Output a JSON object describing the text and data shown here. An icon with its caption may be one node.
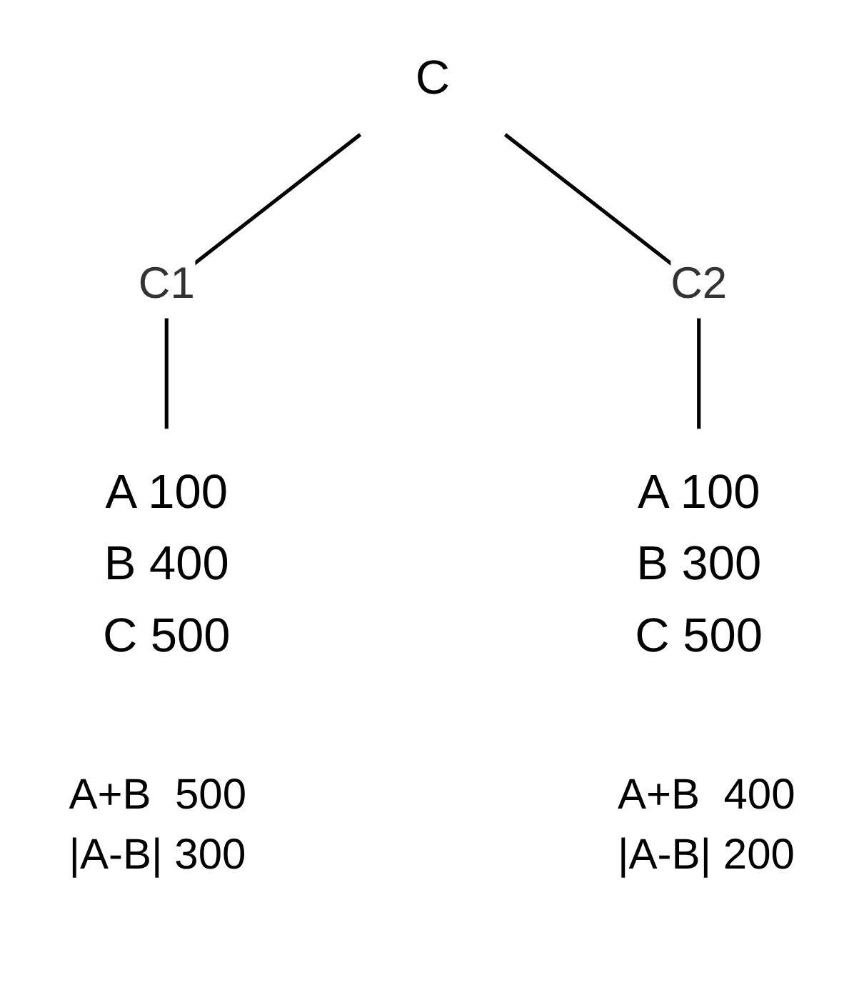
{
  "diagram": {
    "nodes": [
      {
        "text": [
          "C"
        ]
      },
      {
        "text": [
          "A 100",
          "B 400",
          "C 500"
        ]
      },
      {
        "text": [
          "A 100",
          "B 300",
          "C 500"
        ]
      }
    ],
    "edges": [
      {
        "from": 0,
        "to": 1,
        "arrow": "none",
        "label": "C1"
      },
      {
        "from": 0,
        "to": 2,
        "arrow": "none",
        "label": "C2"
      }
    ],
    "labels": [
      "A+B  500",
      "A+B  400",
      "|A-B| 300",
      "|A-B| 200"
    ]
  }
}
